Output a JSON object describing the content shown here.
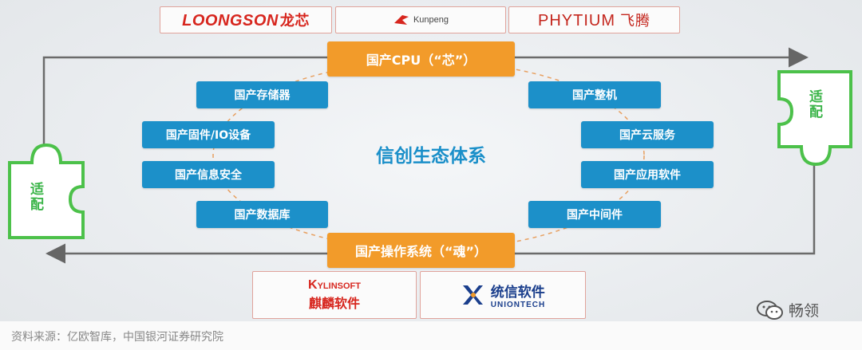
{
  "chips": {
    "loongson_en": "LOONGSON",
    "loongson_cn": "龙芯",
    "kunpeng": "Kunpeng",
    "phytium_en": "PHYTIUM",
    "phytium_cn": "飞腾"
  },
  "center_title": "信创生态体系",
  "cpu_label": "国产CPU（“芯”）",
  "os_label": "国产操作系统（“魂”）",
  "left_items": [
    "国产存储器",
    "国产固件/IO设备",
    "国产信息安全",
    "国产数据库"
  ],
  "right_items": [
    "国产整机",
    "国产云服务",
    "国产应用软件",
    "国产中间件"
  ],
  "adapt_left": "适配",
  "adapt_right": "适配",
  "os_vendors": {
    "kylin_en_k": "K",
    "kylin_en_rest": "YLINSOFT",
    "kylin_cn": "麒麟软件",
    "uos_cn": "统信软件",
    "uos_en": "UNIONTECH"
  },
  "source_note": "资料来源：亿欧智库，中国银河证券研究院",
  "watermark": "畅领",
  "colors": {
    "orange": "#f29b2a",
    "blue": "#1c90c9",
    "green": "#3cb54a",
    "brand_red": "#d7261e"
  }
}
